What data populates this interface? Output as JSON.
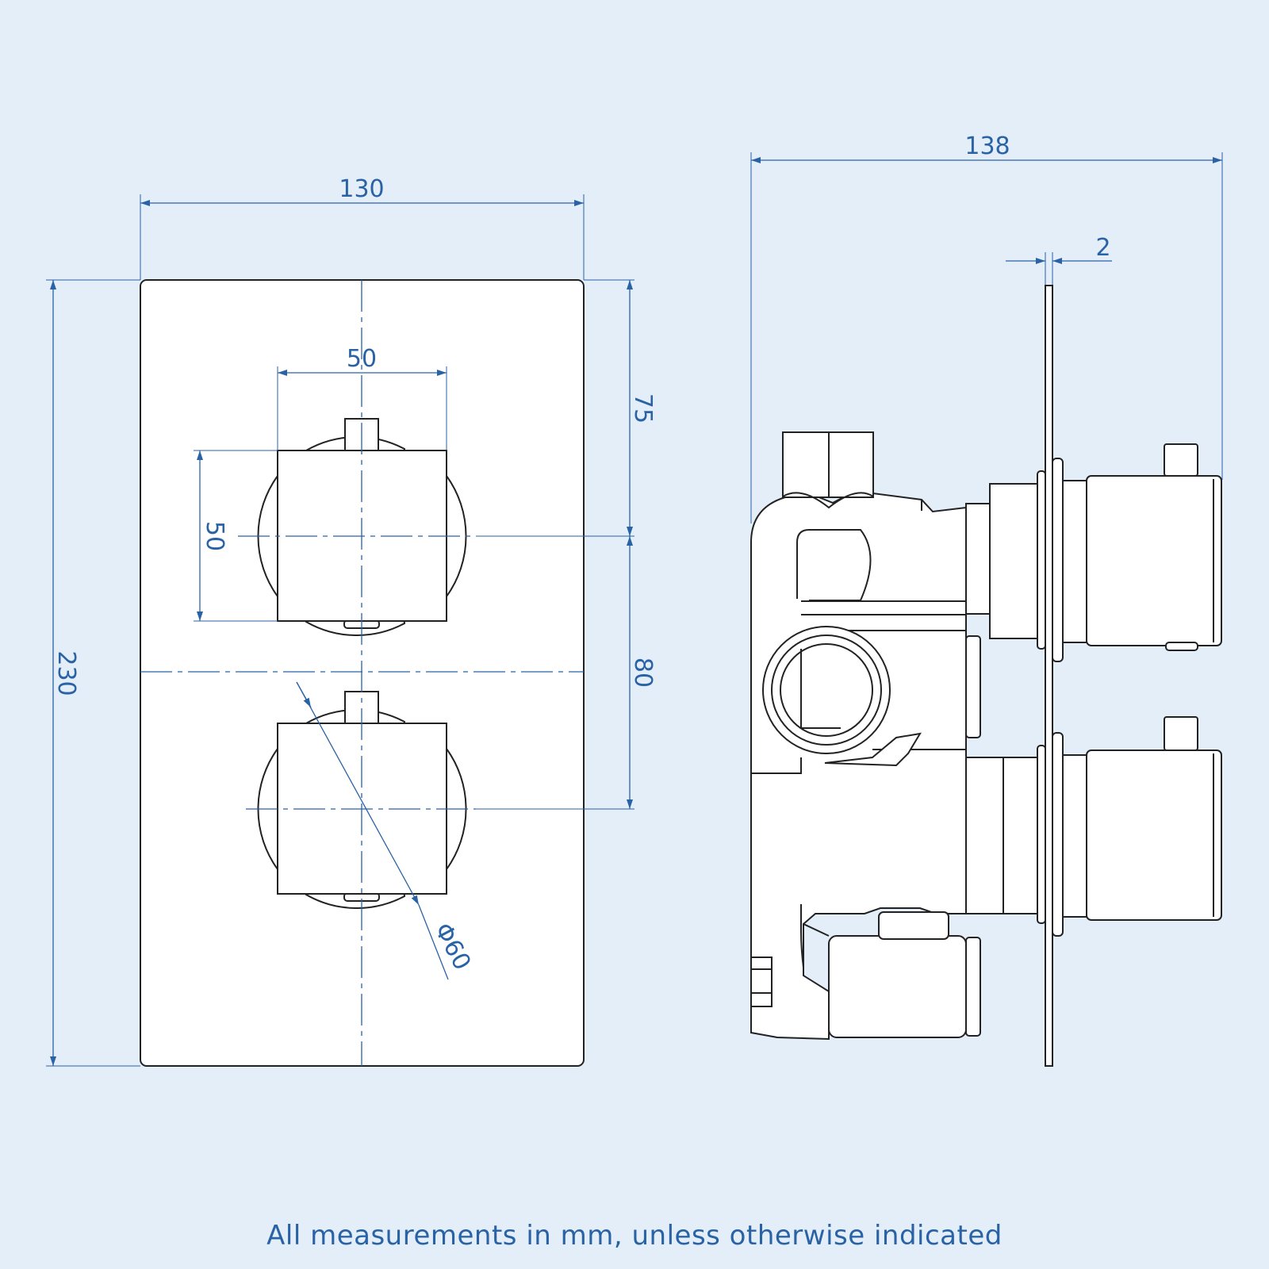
{
  "front_view": {
    "width_label": "130",
    "height_label": "230",
    "handle_width_label": "50",
    "handle_height_label": "50",
    "top_offset_label": "75",
    "spacing_label": "80",
    "diameter_label": "Φ60"
  },
  "side_view": {
    "depth_label": "138",
    "plate_thickness_label": "2"
  },
  "footer": {
    "note": "All measurements in mm, unless otherwise indicated"
  },
  "colors": {
    "background": "#e3eef9",
    "dimension": "#2a62a6",
    "outline": "#222222",
    "fill": "#ffffff"
  }
}
